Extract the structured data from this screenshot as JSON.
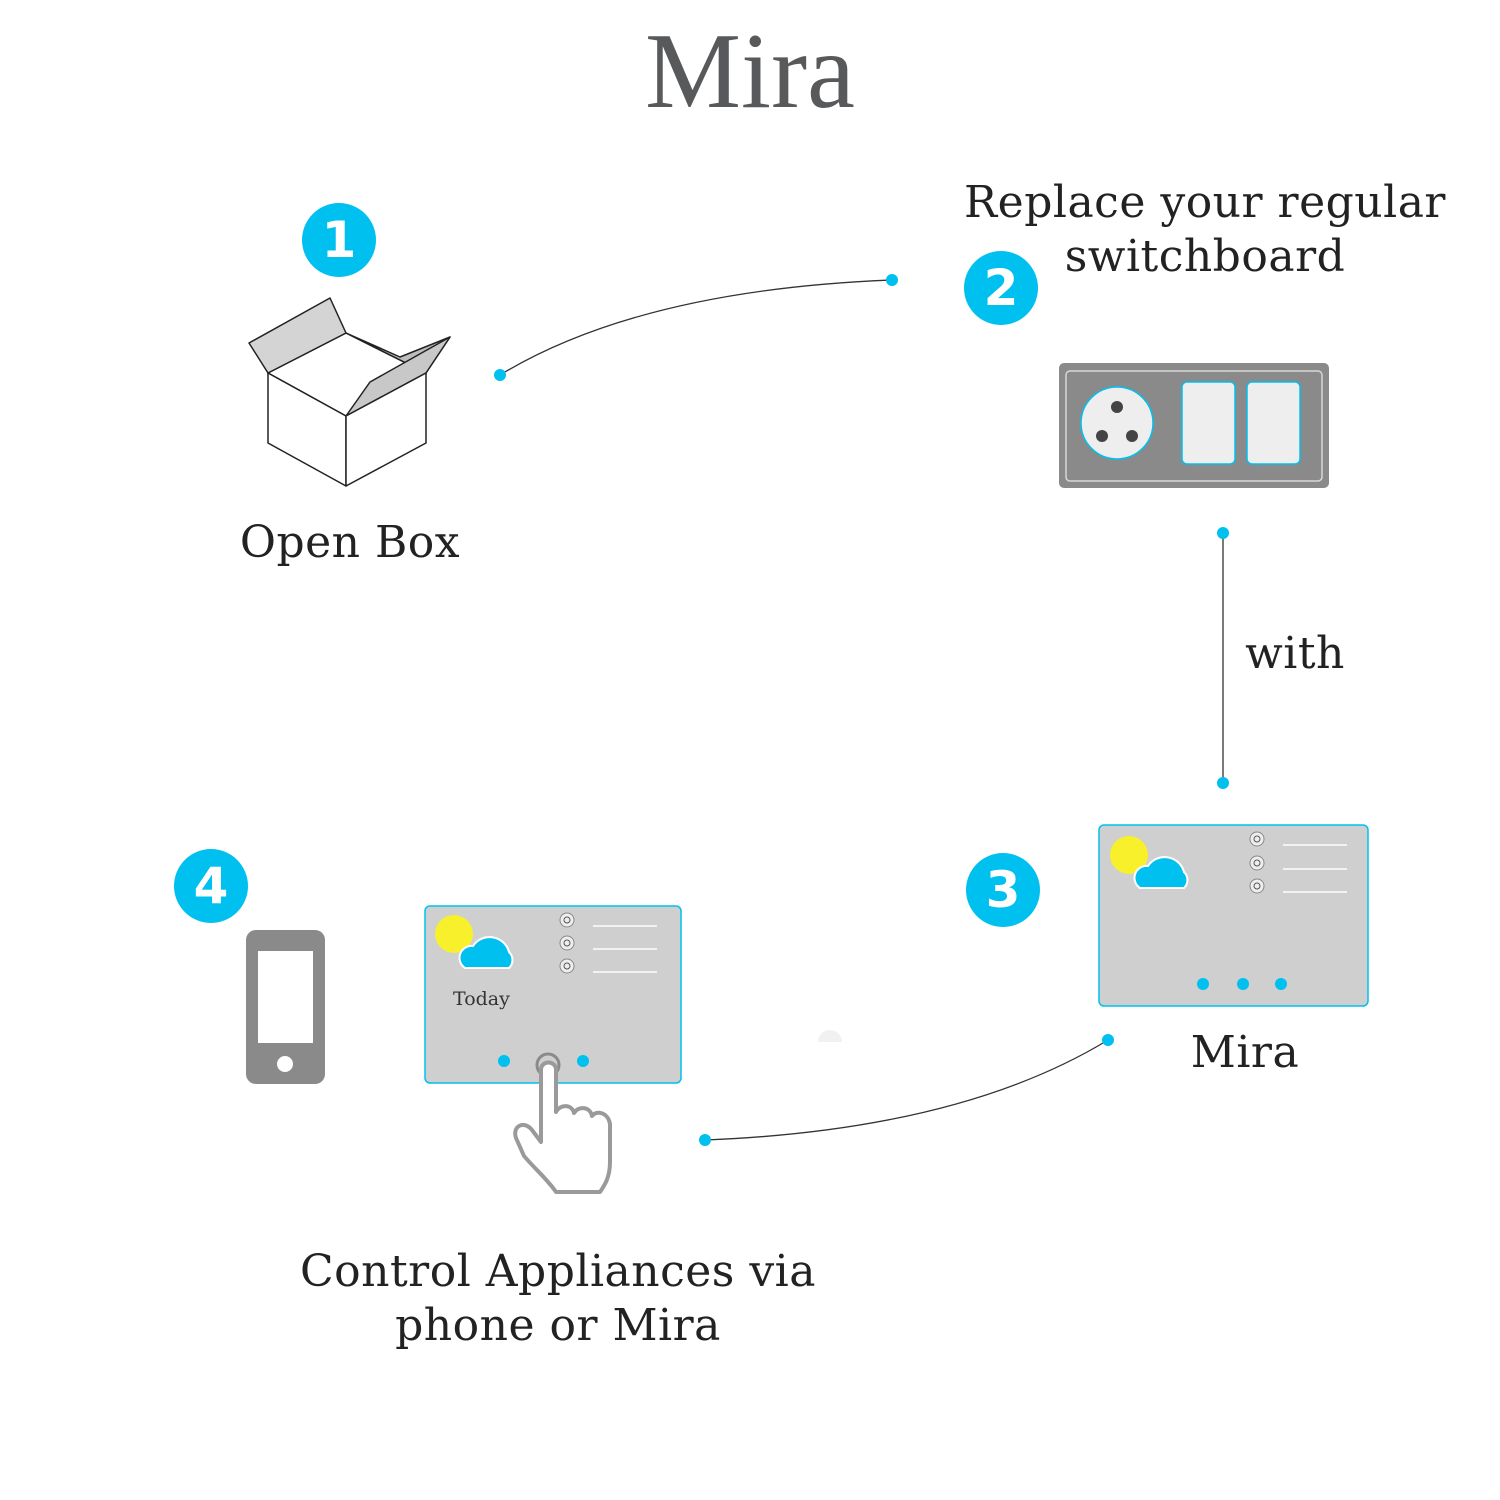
{
  "title": "Mira",
  "colors": {
    "accent": "#00c0f0",
    "gray": "#8a8a8a",
    "panel": "#cfcfcf",
    "sun": "#f8f02a"
  },
  "steps": [
    {
      "number": "1",
      "label": "Open Box",
      "icon": "box-icon"
    },
    {
      "number": "2",
      "label_line1": "Replace your regular",
      "label_line2": "switchboard",
      "icon": "switchboard-icon"
    },
    {
      "number": "3",
      "label": "Mira",
      "icon": "mira-panel-icon"
    },
    {
      "number": "4",
      "label_line1": "Control Appliances via",
      "label_line2": "phone or Mira",
      "icon": "phone-icon"
    }
  ],
  "connector_label": "with",
  "panel_text": "Today"
}
